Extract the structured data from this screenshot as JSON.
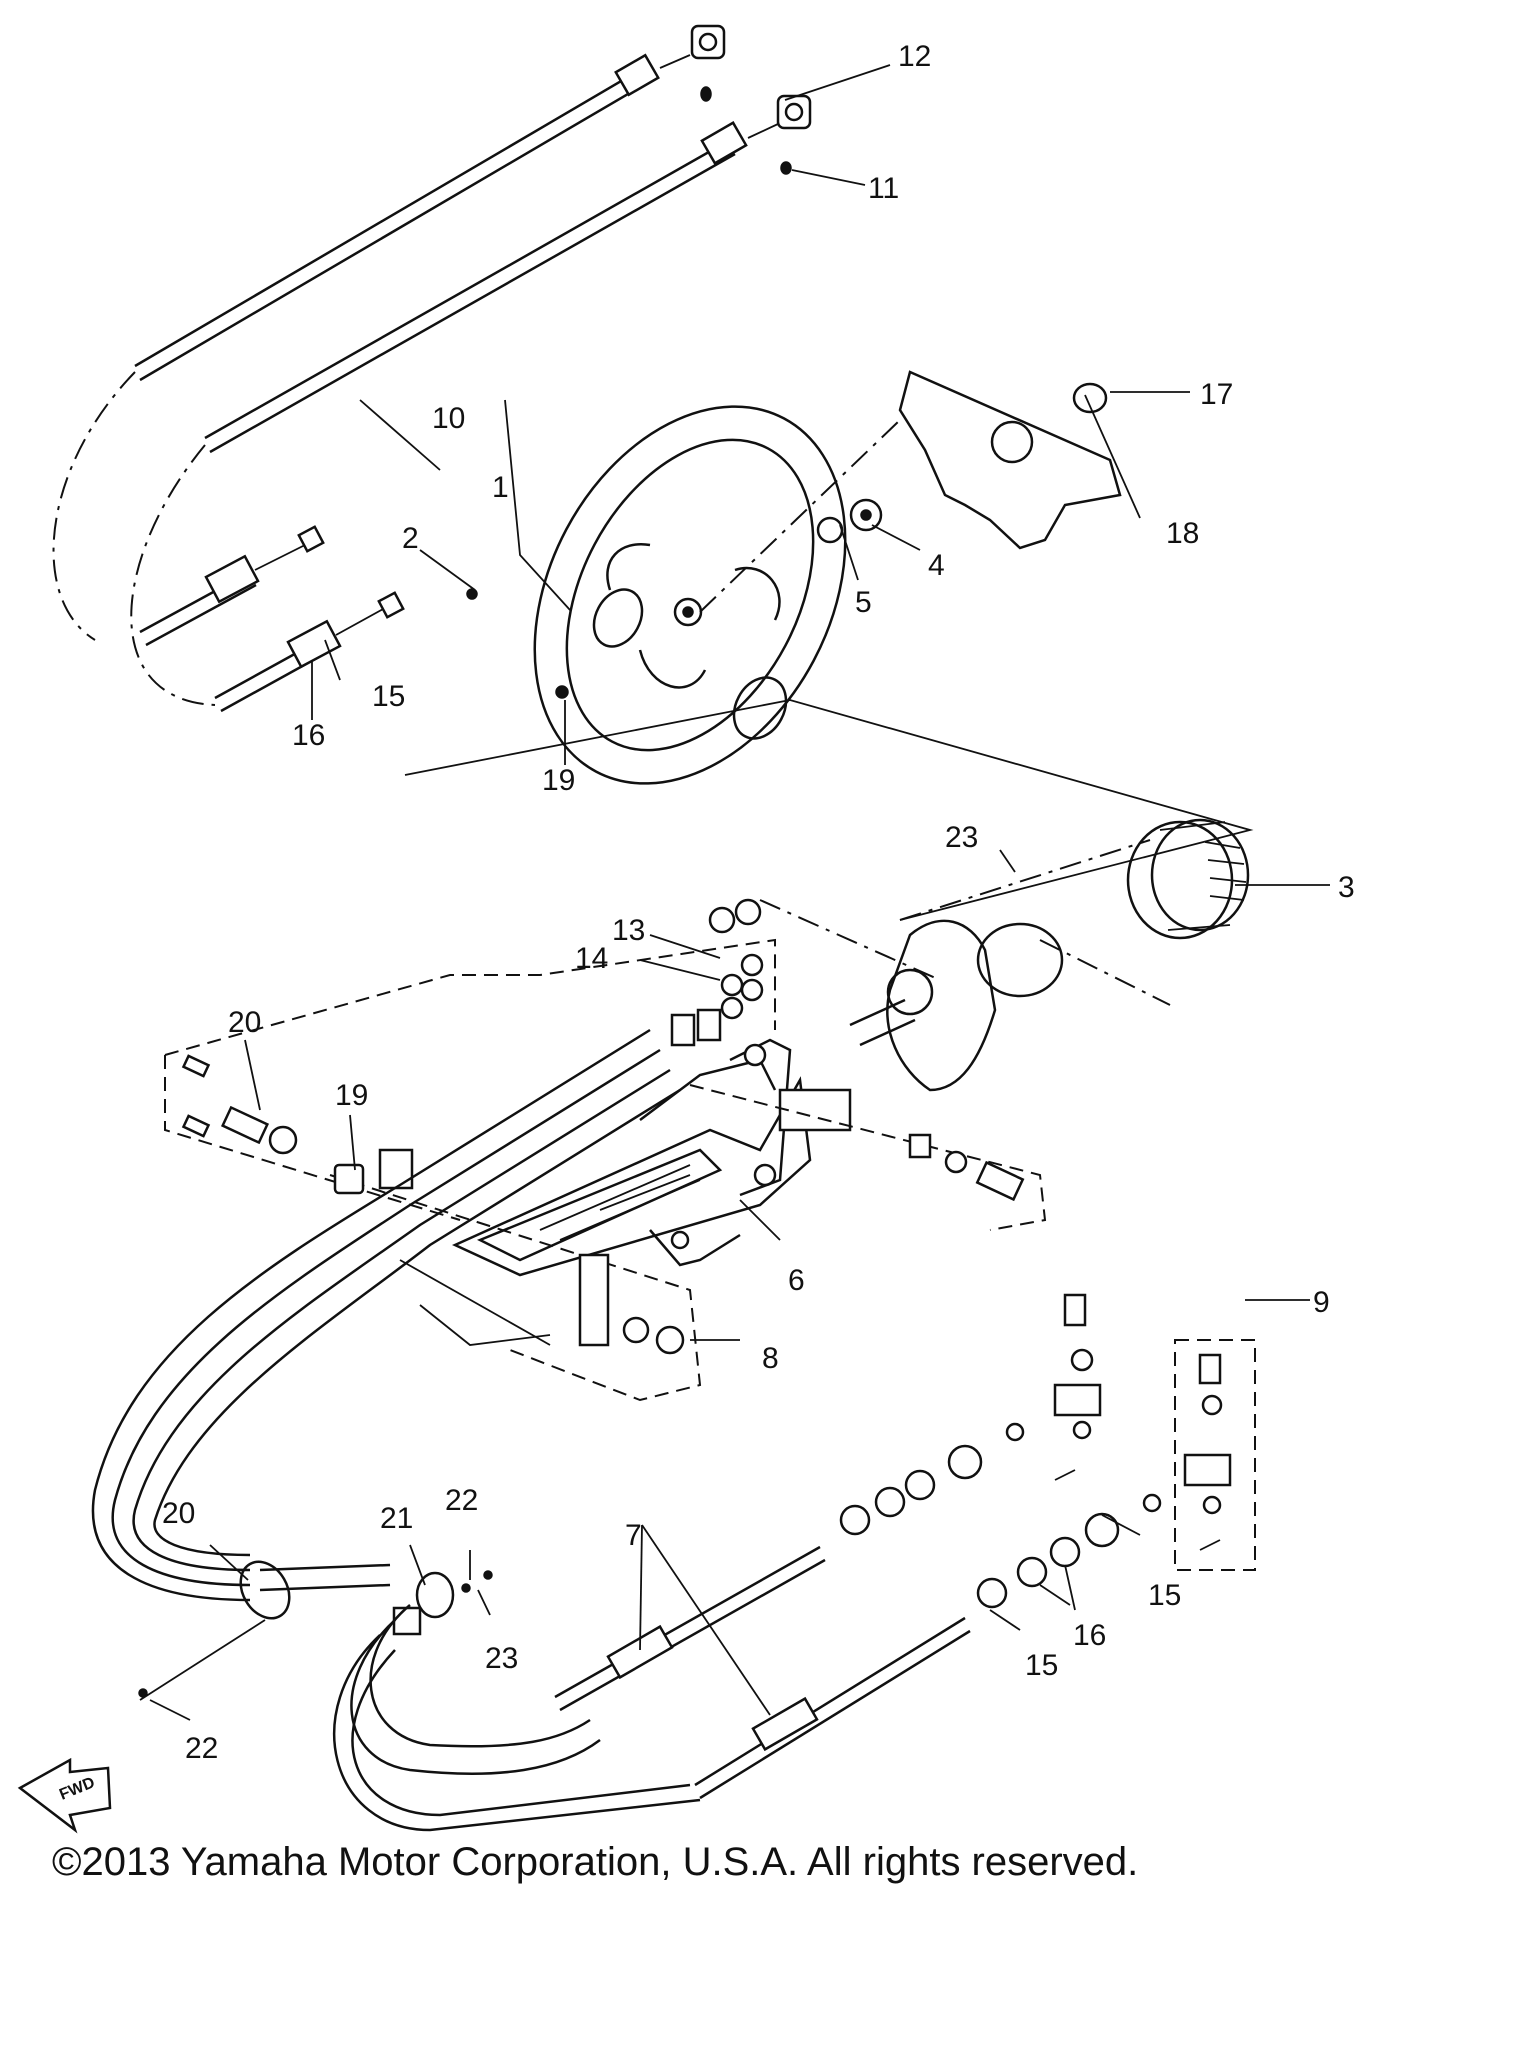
{
  "diagram": {
    "callouts": {
      "c1": "1",
      "c2": "2",
      "c3": "3",
      "c4": "4",
      "c5": "5",
      "c6": "6",
      "c7": "7",
      "c8": "8",
      "c9": "9",
      "c10": "10",
      "c11": "11",
      "c12": "12",
      "c13": "13",
      "c14": "14",
      "c15a": "15",
      "c15b": "15",
      "c15c": "15",
      "c16a": "16",
      "c16b": "16",
      "c17": "17",
      "c18": "18",
      "c19a": "19",
      "c19b": "19",
      "c20a": "20",
      "c20b": "20",
      "c21": "21",
      "c22a": "22",
      "c22b": "22",
      "c23a": "23",
      "c23b": "23"
    },
    "fwd_label": "FWD"
  },
  "footer": {
    "copyright": "©2013 Yamaha Motor Corporation, U.S.A. All rights reserved."
  }
}
